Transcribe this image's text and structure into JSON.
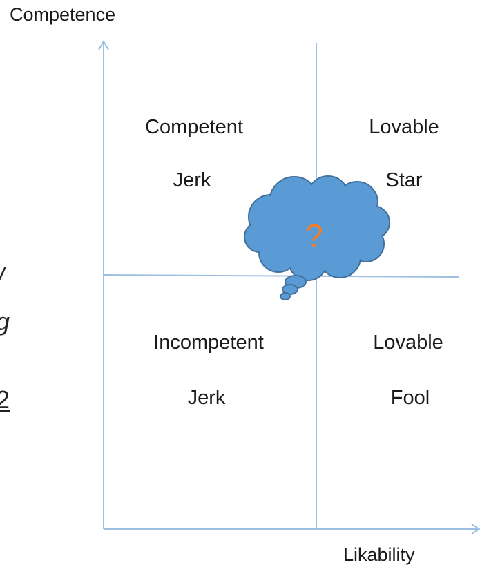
{
  "axes": {
    "y_label": "Competence",
    "x_label": "Likability"
  },
  "quadrants": {
    "top_left": {
      "line1": "Competent",
      "line2": "Jerk"
    },
    "top_right": {
      "line1": "Lovable",
      "line2": "Star"
    },
    "bottom_left": {
      "line1": "Incompetent",
      "line2": "Jerk"
    },
    "bottom_right": {
      "line1": "Lovable",
      "line2": "Fool"
    }
  },
  "thought_cloud": {
    "symbol": "?"
  },
  "left_edge_fragments": [
    "/",
    "g",
    "2"
  ],
  "colors": {
    "axis_line": "#9dbfe2",
    "cloud_fill": "#5b9bd5",
    "cloud_stroke": "#41719c",
    "question_mark": "#ed7d31",
    "text": "#1a1a1a"
  }
}
